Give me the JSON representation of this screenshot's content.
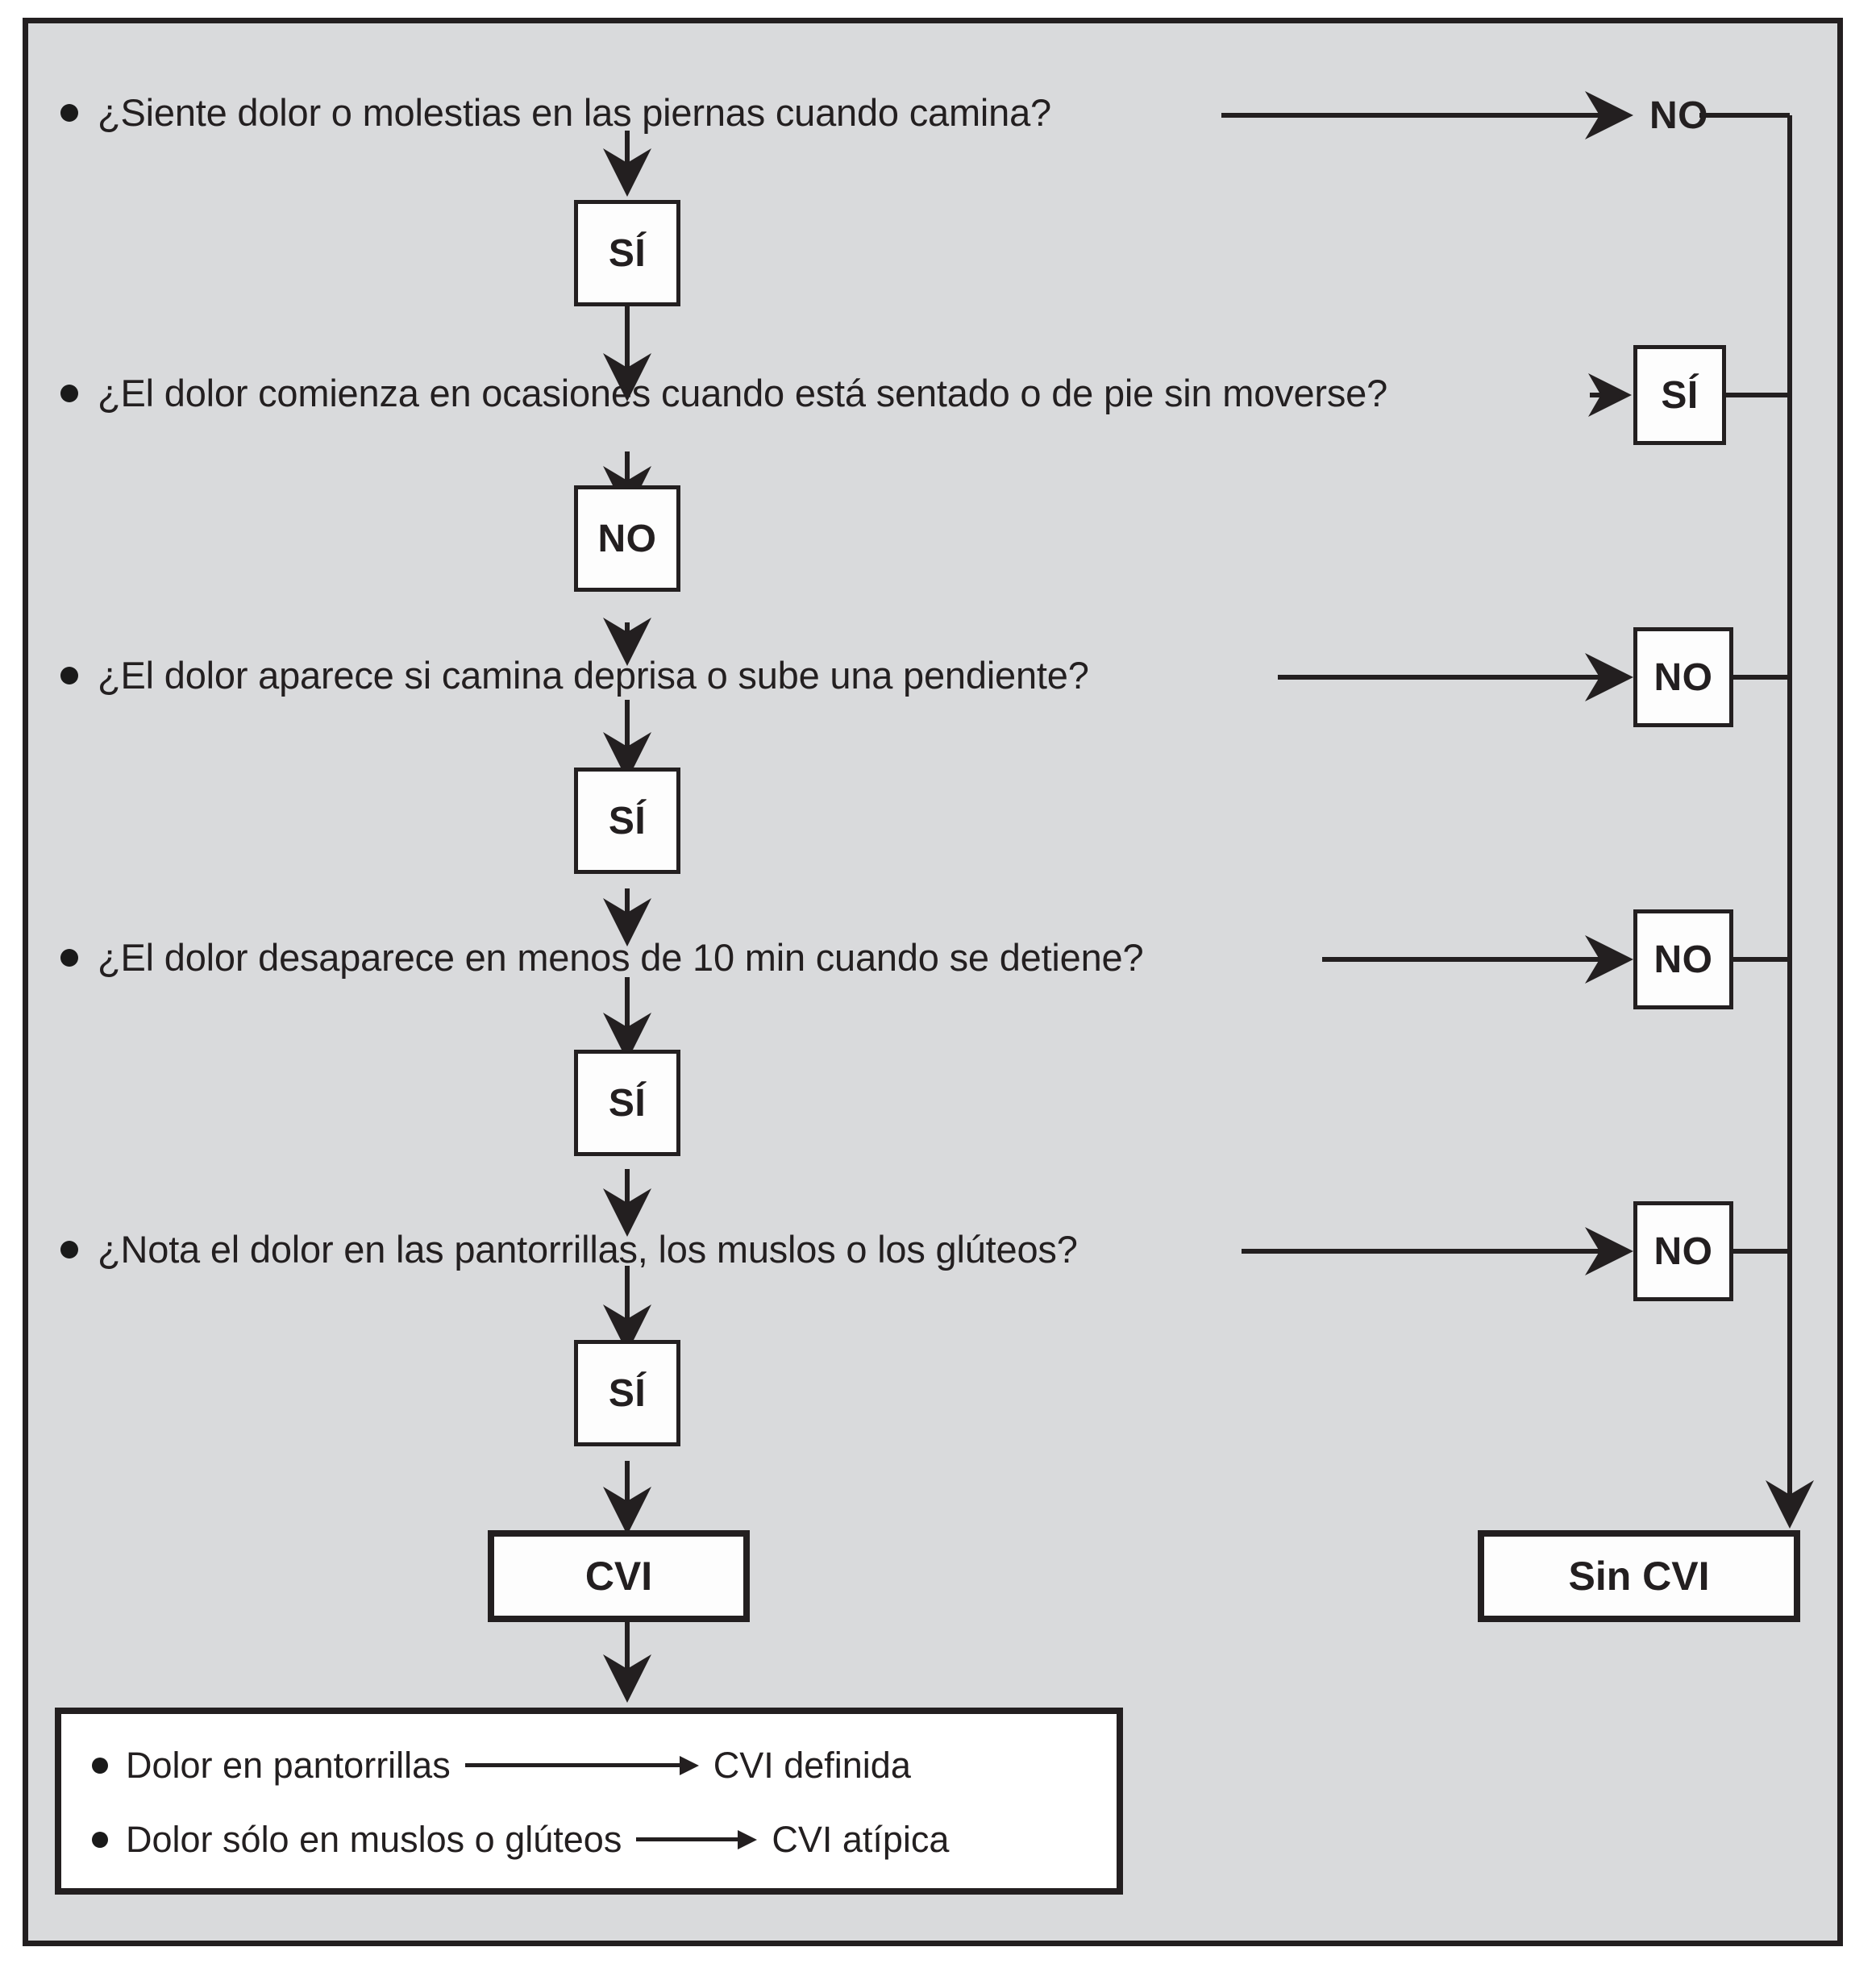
{
  "diagram": {
    "title": "Algoritmo diagnostico de claudicacion vascular intermitente",
    "colors": {
      "panel_background": "#d9dadc",
      "panel_border": "#231f20",
      "box_fill": "#fdfdfd",
      "text": "#231f20",
      "line": "#231f20"
    },
    "questions": [
      {
        "id": "q1",
        "text": "¿Siente dolor o molestias en las piernas cuando camina?"
      },
      {
        "id": "q2",
        "text": "¿El dolor comienza en ocasiones cuando está sentado o de pie sin moverse?"
      },
      {
        "id": "q3",
        "text": "¿El dolor aparece si camina deprisa o sube una pendiente?"
      },
      {
        "id": "q4",
        "text": "¿El dolor desaparece en menos de 10 min cuando se detiene?"
      },
      {
        "id": "q5",
        "text": "¿Nota el dolor en las pantorrillas, los muslos o los glúteos?"
      }
    ],
    "center_decisions": [
      {
        "id": "d1",
        "label": "SÍ"
      },
      {
        "id": "d2",
        "label": "NO"
      },
      {
        "id": "d3",
        "label": "SÍ"
      },
      {
        "id": "d4",
        "label": "SÍ"
      },
      {
        "id": "d5",
        "label": "SÍ"
      }
    ],
    "branch_decisions": [
      {
        "id": "b1",
        "label": "NO",
        "boxed": false
      },
      {
        "id": "b2",
        "label": "SÍ",
        "boxed": true
      },
      {
        "id": "b3",
        "label": "NO",
        "boxed": true
      },
      {
        "id": "b4",
        "label": "NO",
        "boxed": true
      },
      {
        "id": "b5",
        "label": "NO",
        "boxed": true
      }
    ],
    "terminals": {
      "cvi": "CVI",
      "sin_cvi": "Sin CVI"
    },
    "results": [
      {
        "condition": "Dolor en pantorrillas",
        "outcome": "CVI definida"
      },
      {
        "condition": "Dolor sólo en muslos o glúteos",
        "outcome": "CVI atípica"
      }
    ]
  }
}
